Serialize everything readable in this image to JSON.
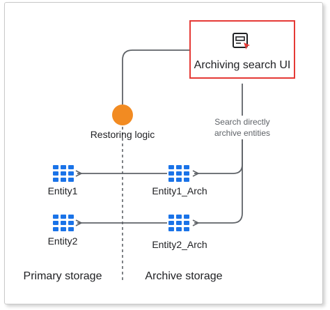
{
  "nodes": {
    "archiving_ui": {
      "label": "Archiving search UI",
      "border_color": "#e53935",
      "icon": "search-ui-icon"
    },
    "restoring": {
      "label": "Restoring logic",
      "color": "#f28b22"
    },
    "entity1": {
      "label": "Entity1",
      "icon": "table-grid-icon"
    },
    "entity2": {
      "label": "Entity2",
      "icon": "table-grid-icon"
    },
    "entity1_arch": {
      "label": "Entity1_Arch",
      "icon": "table-grid-icon"
    },
    "entity2_arch": {
      "label": "Entity2_Arch",
      "icon": "table-grid-icon"
    }
  },
  "edge_label": {
    "line1": "Search directly",
    "line2": "archive entities"
  },
  "regions": {
    "primary": "Primary storage",
    "archive": "Archive storage"
  },
  "colors": {
    "icon_blue": "#1a73e8",
    "line_gray": "#5f6368",
    "red_box": "#e53935",
    "orange_node": "#f28b22"
  }
}
